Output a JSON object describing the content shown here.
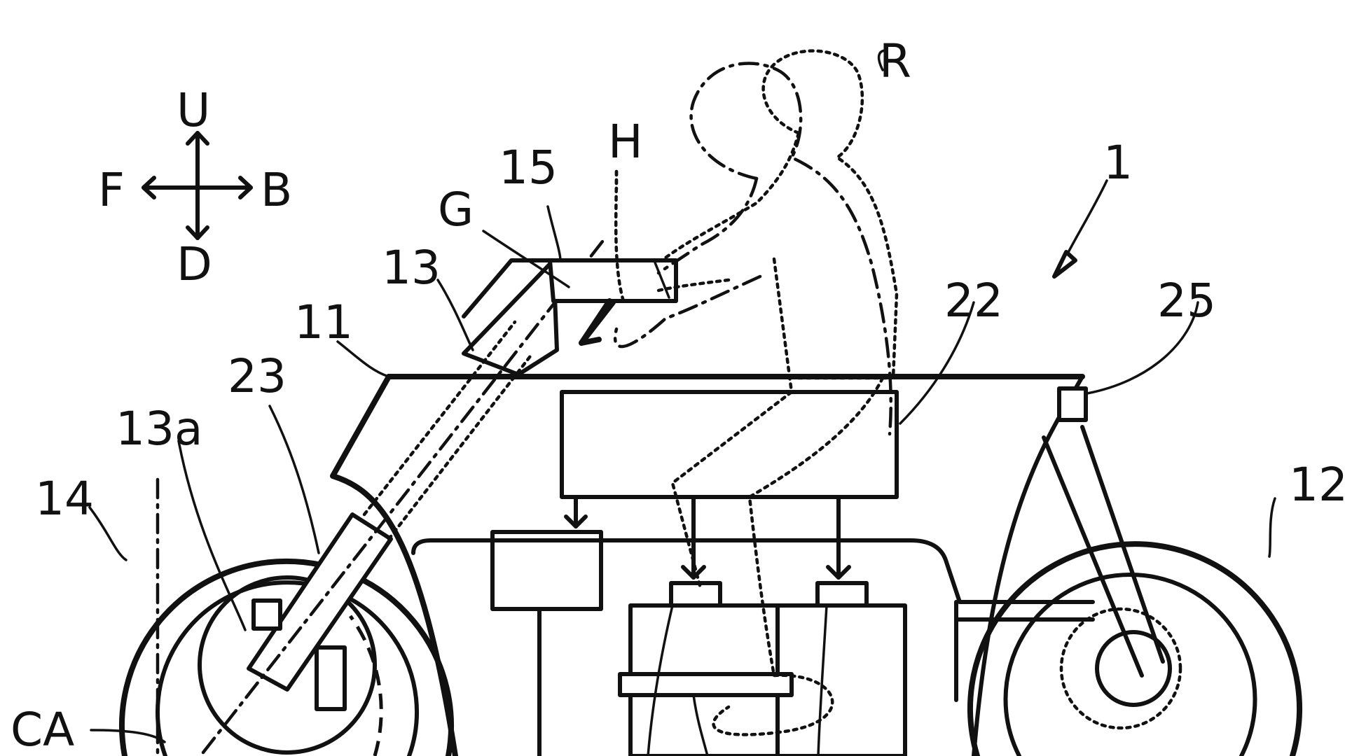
{
  "labels": {
    "U": "U",
    "D": "D",
    "F": "F",
    "B": "B",
    "R": "R",
    "H": "H",
    "G": "G",
    "n1": "1",
    "n11": "11",
    "n12": "12",
    "n13": "13",
    "n13a": "13a",
    "n14": "14",
    "n15": "15",
    "n22": "22",
    "n23": "23",
    "n25": "25",
    "CA": "CA"
  },
  "colors": {
    "line": "#111111",
    "background": "#ffffff"
  }
}
